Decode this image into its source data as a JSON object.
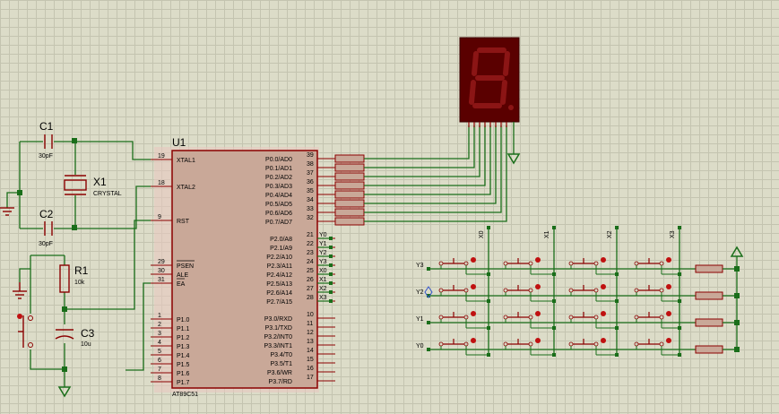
{
  "components": {
    "c1": {
      "ref": "C1",
      "value": "30pF"
    },
    "c2": {
      "ref": "C2",
      "value": "30pF"
    },
    "x1": {
      "ref": "X1",
      "value": "CRYSTAL"
    },
    "r1": {
      "ref": "R1",
      "value": "10k"
    },
    "c3": {
      "ref": "C3",
      "value": "10u"
    },
    "u1": {
      "ref": "U1",
      "part": "AT89C51"
    }
  },
  "mcu_left_pins": [
    {
      "num": "19",
      "name": "XTAL1"
    },
    {
      "num": "18",
      "name": "XTAL2"
    },
    {
      "num": "9",
      "name": "RST"
    },
    {
      "num": "29",
      "name": "PSEN"
    },
    {
      "num": "30",
      "name": "ALE"
    },
    {
      "num": "31",
      "name": "EA"
    },
    {
      "num": "1",
      "name": "P1.0"
    },
    {
      "num": "2",
      "name": "P1.1"
    },
    {
      "num": "3",
      "name": "P1.2"
    },
    {
      "num": "4",
      "name": "P1.3"
    },
    {
      "num": "5",
      "name": "P1.4"
    },
    {
      "num": "6",
      "name": "P1.5"
    },
    {
      "num": "7",
      "name": "P1.6"
    },
    {
      "num": "8",
      "name": "P1.7"
    }
  ],
  "mcu_right_p0": [
    {
      "num": "39",
      "name": "P0.0/AD0"
    },
    {
      "num": "38",
      "name": "P0.1/AD1"
    },
    {
      "num": "37",
      "name": "P0.2/AD2"
    },
    {
      "num": "36",
      "name": "P0.3/AD3"
    },
    {
      "num": "35",
      "name": "P0.4/AD4"
    },
    {
      "num": "34",
      "name": "P0.5/AD5"
    },
    {
      "num": "33",
      "name": "P0.6/AD6"
    },
    {
      "num": "32",
      "name": "P0.7/AD7"
    }
  ],
  "mcu_right_p2": [
    {
      "num": "21",
      "name": "P2.0/A8",
      "net": "Y0"
    },
    {
      "num": "22",
      "name": "P2.1/A9",
      "net": "Y1"
    },
    {
      "num": "23",
      "name": "P2.2/A10",
      "net": "Y2"
    },
    {
      "num": "24",
      "name": "P2.3/A11",
      "net": "Y3"
    },
    {
      "num": "25",
      "name": "P2.4/A12",
      "net": "X0"
    },
    {
      "num": "26",
      "name": "P2.5/A13",
      "net": "X1"
    },
    {
      "num": "27",
      "name": "P2.6/A14",
      "net": "X2"
    },
    {
      "num": "28",
      "name": "P2.7/A15",
      "net": "X3"
    }
  ],
  "mcu_right_p3": [
    {
      "num": "10",
      "name": "P3.0/RXD"
    },
    {
      "num": "11",
      "name": "P3.1/TXD"
    },
    {
      "num": "12",
      "name": "P3.2/INT0"
    },
    {
      "num": "13",
      "name": "P3.3/INT1"
    },
    {
      "num": "14",
      "name": "P3.4/T0"
    },
    {
      "num": "15",
      "name": "P3.5/T1"
    },
    {
      "num": "16",
      "name": "P3.6/WR"
    },
    {
      "num": "17",
      "name": "P3.7/RD"
    }
  ],
  "keypad": {
    "rows": [
      "Y3",
      "Y2",
      "Y1",
      "Y0"
    ],
    "cols": [
      "X0",
      "X1",
      "X2",
      "X3"
    ]
  },
  "colors": {
    "wire": "#1a6e1a",
    "component": "#8b0000",
    "chip_fill": "#c9a898",
    "display_body": "#5a0000",
    "segment": "#8b1515",
    "resistor_fill": "#c9a898"
  }
}
